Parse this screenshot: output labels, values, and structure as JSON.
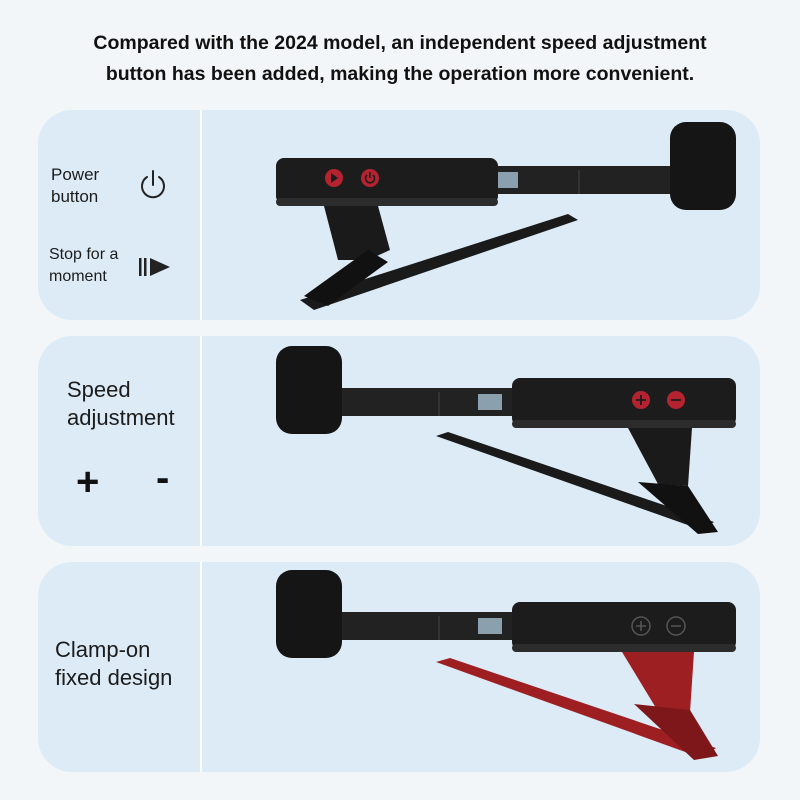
{
  "headline": {
    "line1": "Compared with the 2024 model, an independent speed adjustment",
    "line2": "button has been added, making the operation more convenient."
  },
  "panel1": {
    "power_line1": "Power",
    "power_line2": "button",
    "power_icon": "power-icon",
    "pause_line1": "Stop for a",
    "pause_line2": "moment",
    "pause_icon": "pause-play-icon"
  },
  "panel2": {
    "speed_line1": "Speed",
    "speed_line2": "adjustment",
    "plus": "+",
    "minus": "-"
  },
  "panel3": {
    "clamp_line1": "Clamp-on",
    "clamp_line2": "fixed design"
  },
  "colors": {
    "panel_bg": "#dcebf6",
    "device_body": "#1b1b1b",
    "button_red": "#b4232f",
    "clip_red": "#9e1f22"
  }
}
